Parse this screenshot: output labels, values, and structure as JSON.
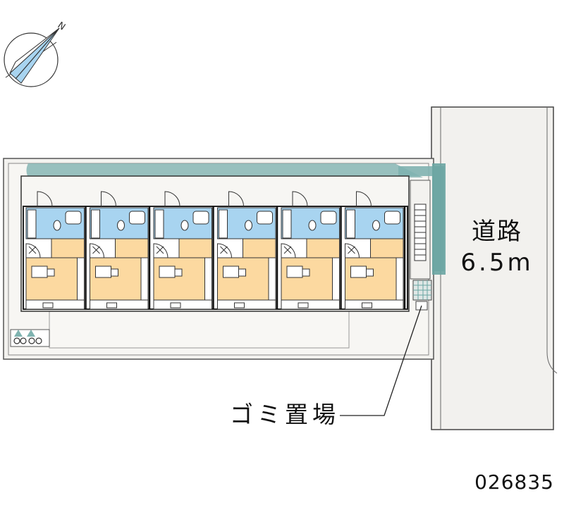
{
  "compass": {
    "north_label": "N",
    "icon": "compass-icon"
  },
  "road": {
    "name": "道路",
    "width": "6.5m"
  },
  "building": {
    "unit_count": 6,
    "colors": {
      "living_room": "#fcd9a0",
      "wet_area": "#a8d4f0",
      "planting": "#7fb3b0",
      "site": "#f3f2ef"
    }
  },
  "features": {
    "garbage_area_label": "ゴミ置場",
    "bicycle_parking_icon": "bicycle-icon"
  },
  "reference_code": "026835"
}
